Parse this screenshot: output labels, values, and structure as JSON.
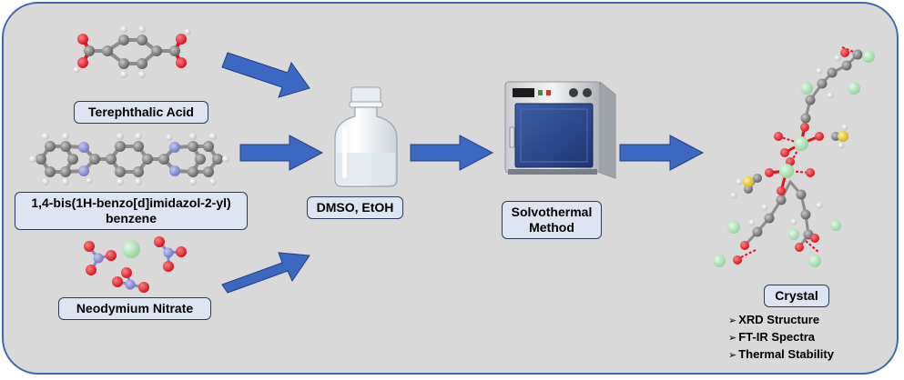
{
  "colors": {
    "border": "#3f68b0",
    "panel": "#d9d9d9",
    "arrow": "#3b68c2",
    "label_fill": "#dee5f2",
    "oxygen": "#e0141b",
    "carbon": "#7a7a7a",
    "hydrogen": "#f2f2f2",
    "nitrogen": "#8088d0",
    "neodymium": "#a8e3b0",
    "sulfur": "#e8c21a"
  },
  "reactants": {
    "acid_label": "Terephthalic Acid",
    "ligand_label_line1": "1,4-bis(1H-benzo[d]imidazol-2-yl)",
    "ligand_label_line2": "benzene",
    "salt_label": "Neodymium Nitrate"
  },
  "steps": {
    "solvent_label": "DMSO, EtOH",
    "method_line1": "Solvothermal",
    "method_line2": "Method"
  },
  "product": {
    "label": "Crystal",
    "characterization": [
      "XRD Structure",
      "FT-IR Spectra",
      "Thermal Stability"
    ]
  },
  "icons": [
    "molecule-icon",
    "vial-icon",
    "oven-icon",
    "crystal-structure-icon",
    "arrow-icon"
  ]
}
